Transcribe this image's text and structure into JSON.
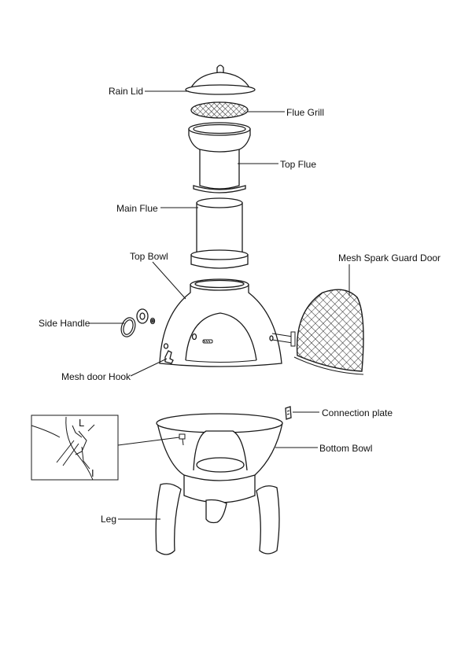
{
  "labels": {
    "rain_lid": "Rain Lid",
    "flue_grill": "Flue Grill",
    "top_flue": "Top Flue",
    "main_flue": "Main Flue",
    "top_bowl": "Top Bowl",
    "mesh_spark_guard_door": "Mesh Spark Guard Door",
    "side_handle": "Side Handle",
    "mesh_door_hook": "Mesh door Hook",
    "connection_plate": "Connection plate",
    "bottom_bowl": "Bottom Bowl",
    "leg": "Leg"
  },
  "inset": {
    "letter_top": "L",
    "letter_bottom": "I"
  }
}
